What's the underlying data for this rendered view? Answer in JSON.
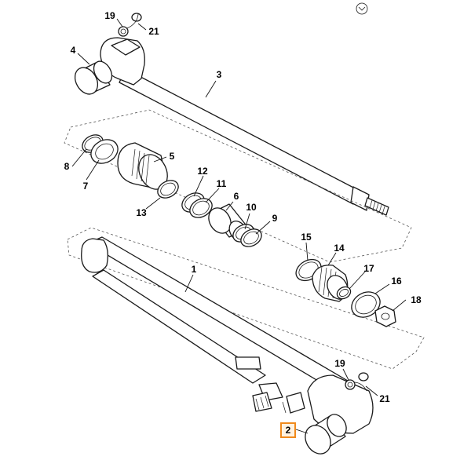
{
  "callouts": {
    "c1": "1",
    "c2": "2",
    "c3": "3",
    "c4": "4",
    "c5": "5",
    "c6": "6",
    "c7": "7",
    "c8": "8",
    "c9": "9",
    "c10": "10",
    "c11": "11",
    "c12": "12",
    "c13": "13",
    "c14": "14",
    "c15": "15",
    "c16": "16",
    "c17": "17",
    "c18": "18",
    "c19_top": "19",
    "c21_top": "21",
    "c19_bottom": "19",
    "c21_bottom": "21"
  },
  "highlight": {
    "selected_callout": "2",
    "color": "#f08a1c"
  }
}
